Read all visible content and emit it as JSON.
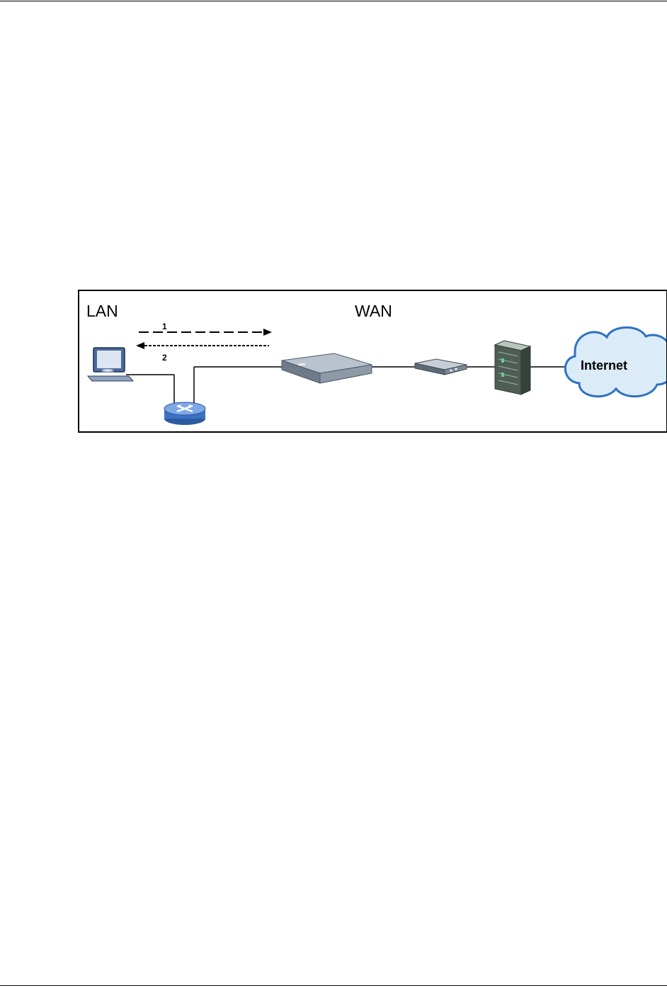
{
  "diagram": {
    "zones": {
      "lan_label": "LAN",
      "wan_label": "WAN"
    },
    "flow": {
      "request_label": "1",
      "reply_label": "2"
    },
    "internet_label": "Internet"
  }
}
